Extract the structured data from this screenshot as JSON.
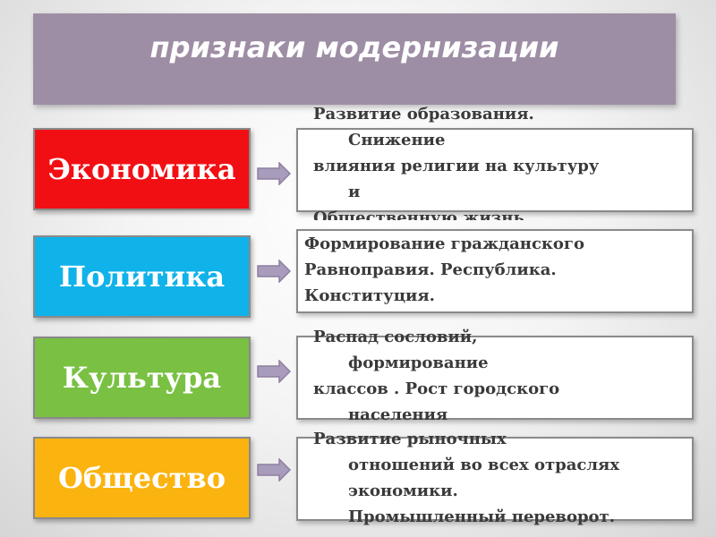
{
  "title": "признаки модернизации",
  "colors": {
    "title_bg": "#9d8ea5",
    "economy": "#f20f14",
    "politics": "#10b2ea",
    "culture": "#79c043",
    "society": "#fbb30f",
    "arrow_fill": "#a99bbb"
  },
  "rows": [
    {
      "category": "Экономика",
      "lines": [
        "Развитие образования.",
        "Снижение",
        "влияния религии на культуру",
        "и",
        "Общественную жизнь"
      ]
    },
    {
      "category": "Политика",
      "lines": [
        "Формирование гражданского",
        "Равноправия. Республика.",
        "Конституция."
      ]
    },
    {
      "category": "Культура",
      "lines": [
        "Распад сословий,",
        "формирование",
        "классов . Рост  городского",
        "населения"
      ]
    },
    {
      "category": "Общество",
      "lines": [
        "Развитие рыночных",
        "отношений во всех отраслях",
        "экономики.",
        "Промышленный  переворот."
      ]
    }
  ]
}
